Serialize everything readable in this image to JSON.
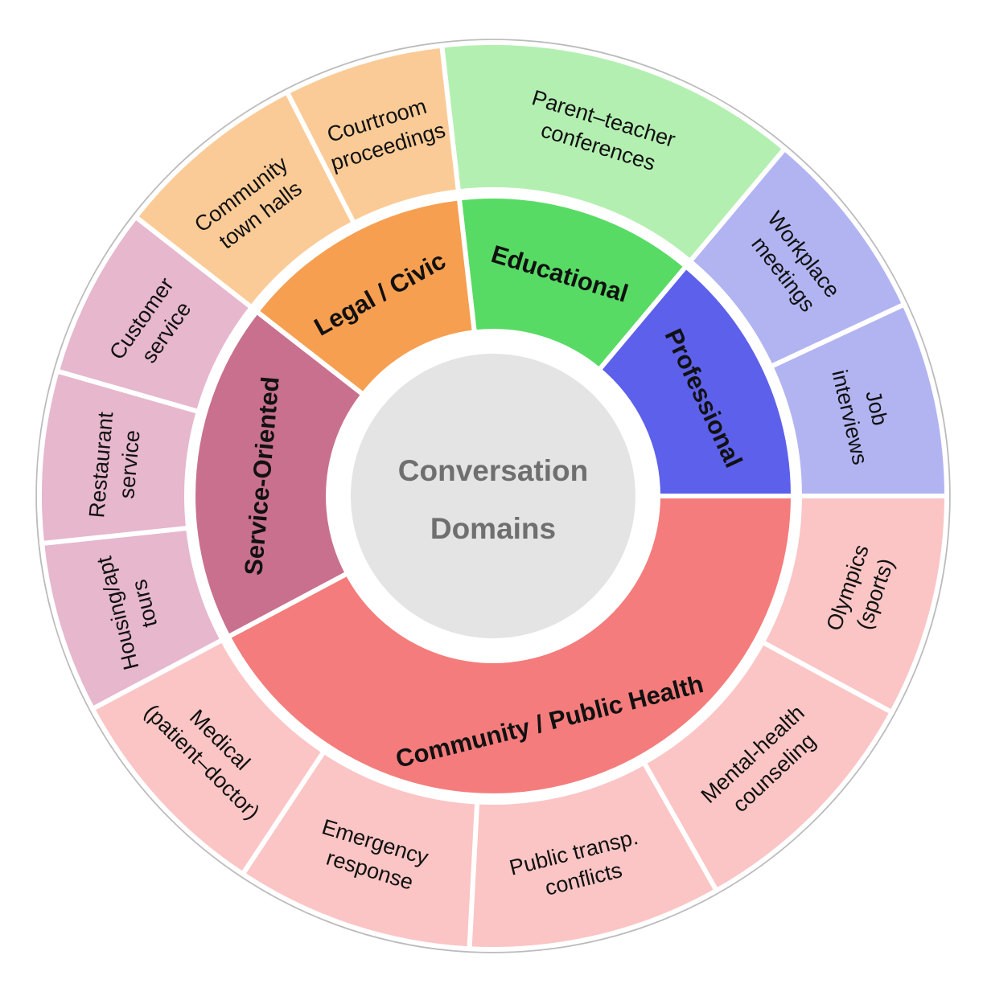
{
  "colors": {
    "center_circle": "#E4E4E4",
    "center_text": "#6F6F6F",
    "label_text": "#111111",
    "divider": "#FFFFFF",
    "outer_edge": "#BBBBBB"
  },
  "chart_data": {
    "type": "sunburst",
    "title": "Conversation Domains",
    "center": {
      "label": "Conversation Domains",
      "lines": [
        "Conversation",
        "Domains"
      ]
    },
    "legend": "none",
    "categories": [
      {
        "name": "Educational",
        "color": "#58DB64",
        "sub_color": "#B4EFB2",
        "angle_start": -6.5,
        "angle_end": 40,
        "children": [
          {
            "label": "Parent–teacher conferences",
            "lines": [
              "Parent–teacher",
              "conferences"
            ],
            "angle_start": -6.5,
            "angle_end": 40
          }
        ]
      },
      {
        "name": "Professional",
        "color": "#5D60EA",
        "sub_color": "#B2B4F2",
        "angle_start": 40,
        "angle_end": 90,
        "children": [
          {
            "label": "Workplace meetings",
            "lines": [
              "Workplace",
              "meetings"
            ],
            "angle_start": 40,
            "angle_end": 65
          },
          {
            "label": "Job interviews",
            "lines": [
              "Job",
              "interviews"
            ],
            "angle_start": 65,
            "angle_end": 90
          }
        ]
      },
      {
        "name": "Community / Public Health",
        "color": "#F57C7C",
        "sub_color": "#FBC5C5",
        "angle_start": 90,
        "angle_end": 242,
        "children": [
          {
            "label": "Olympics (sports)",
            "lines": [
              "Olympics",
              "(sports)"
            ],
            "angle_start": 90,
            "angle_end": 118.5
          },
          {
            "label": "Mental-health counseling",
            "lines": [
              "Mental-health",
              "counseling"
            ],
            "angle_start": 118.5,
            "angle_end": 150.5
          },
          {
            "label": "Public transp. conflicts",
            "lines": [
              "Public transp.",
              "conflicts"
            ],
            "angle_start": 150.5,
            "angle_end": 183
          },
          {
            "label": "Emergency response",
            "lines": [
              "Emergency",
              "response"
            ],
            "angle_start": 183,
            "angle_end": 213.5
          },
          {
            "label": "Medical (patient–doctor)",
            "lines": [
              "Medical",
              "(patient–doctor)"
            ],
            "angle_start": 213.5,
            "angle_end": 242
          }
        ]
      },
      {
        "name": "Service-Oriented",
        "color": "#C9708F",
        "sub_color": "#E6B7CD",
        "angle_start": 242,
        "angle_end": 308,
        "children": [
          {
            "label": "Housing/apt tours",
            "lines": [
              "Housing/apt",
              "tours"
            ],
            "angle_start": 242,
            "angle_end": 264
          },
          {
            "label": "Restaurant service",
            "lines": [
              "Restaurant",
              "service"
            ],
            "angle_start": 264,
            "angle_end": 286
          },
          {
            "label": "Customer service",
            "lines": [
              "Customer",
              "service"
            ],
            "angle_start": 286,
            "angle_end": 308
          }
        ]
      },
      {
        "name": "Legal / Civic",
        "color": "#F79F50",
        "sub_color": "#FBCB97",
        "angle_start": 308,
        "angle_end": 353.5,
        "children": [
          {
            "label": "Community town halls",
            "lines": [
              "Community",
              "town halls"
            ],
            "angle_start": 308,
            "angle_end": 333
          },
          {
            "label": "Courtroom proceedings",
            "lines": [
              "Courtroom",
              "proceedings"
            ],
            "angle_start": 333,
            "angle_end": 353.5
          }
        ]
      }
    ]
  }
}
